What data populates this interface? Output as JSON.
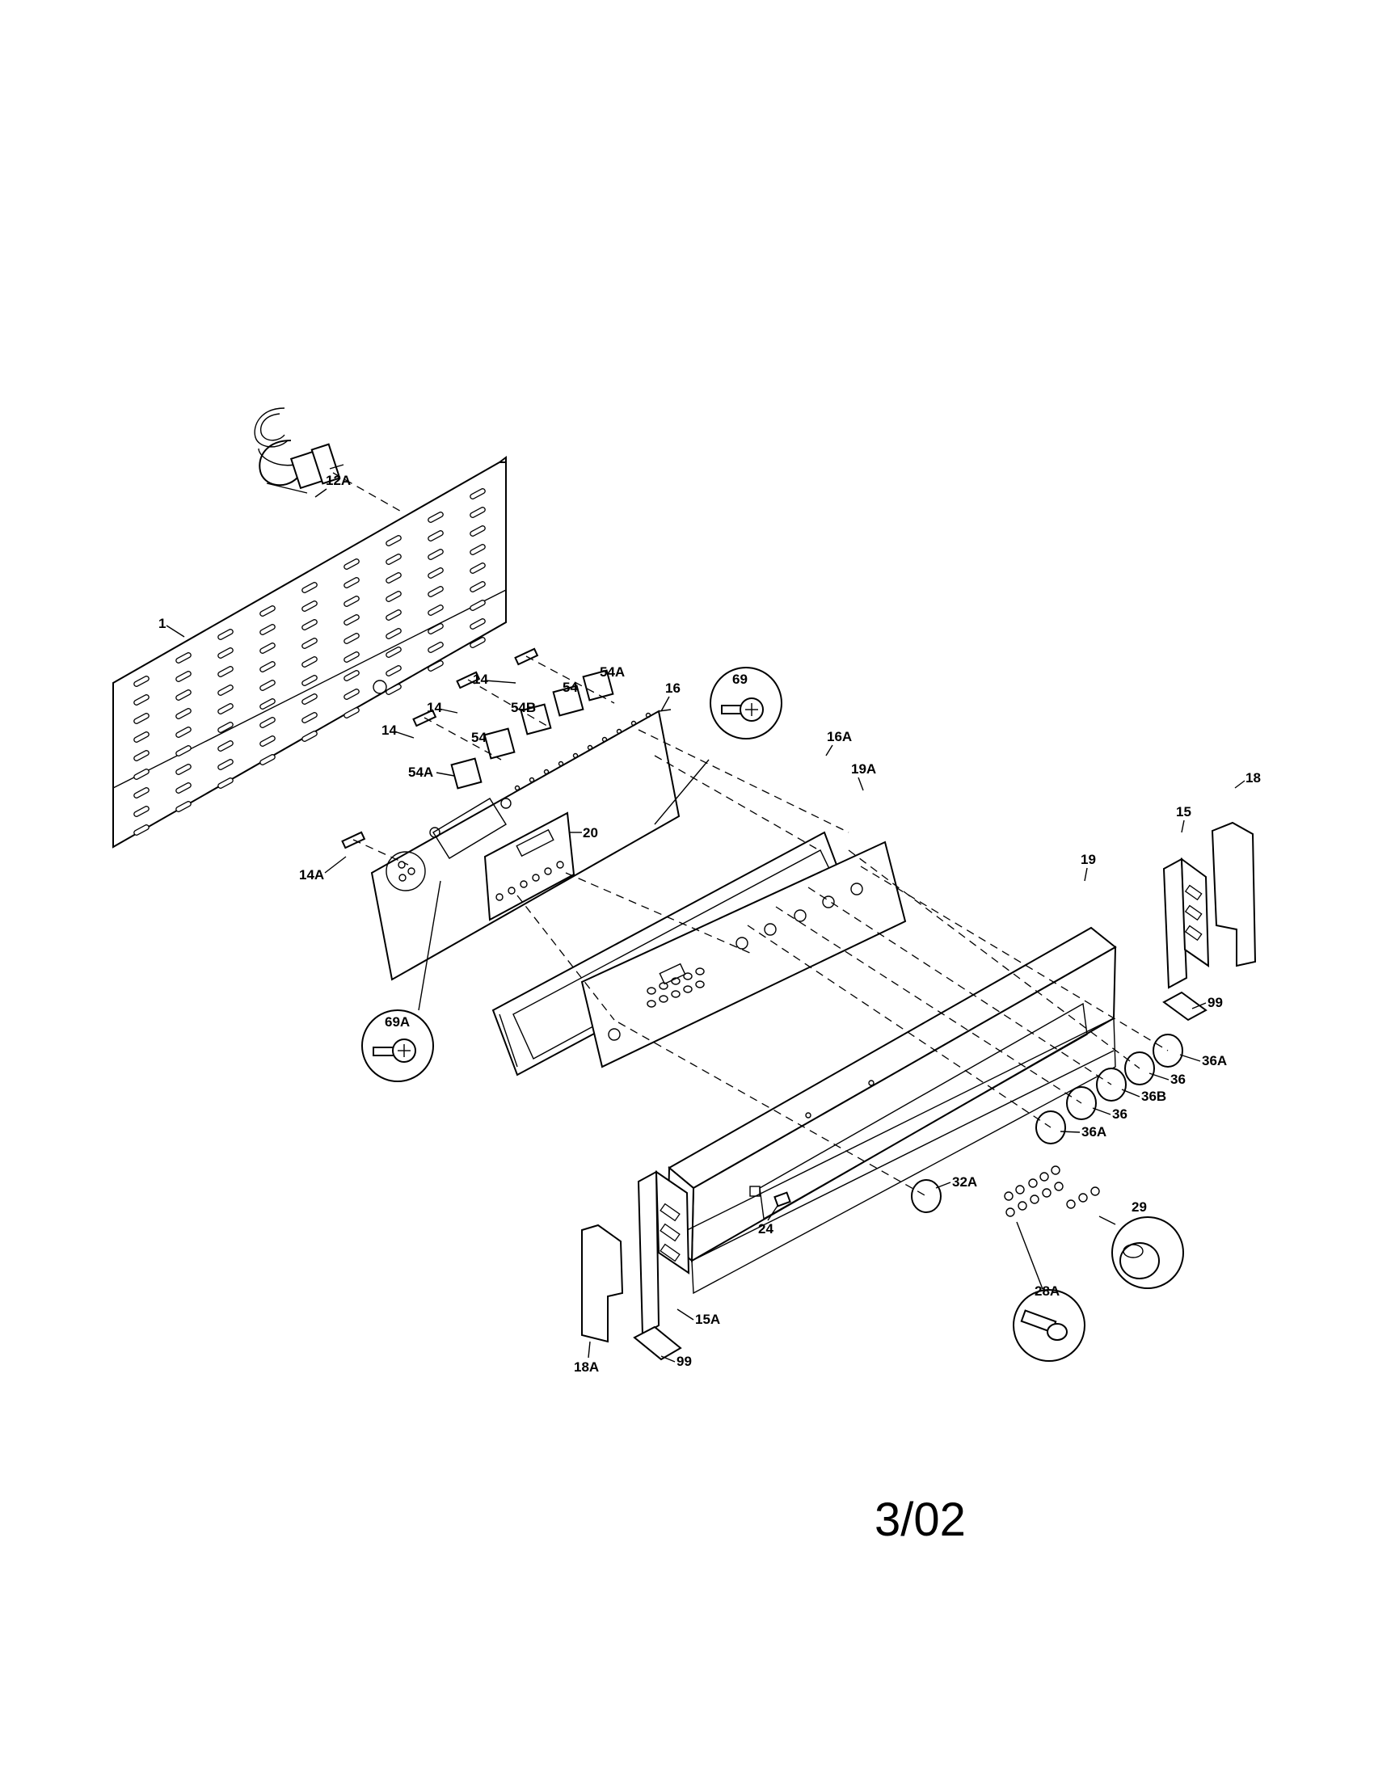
{
  "revision": "3/02",
  "labels": {
    "l1": "1",
    "l12A": "12A",
    "l14a": "14",
    "l14b": "14",
    "l14c": "14",
    "l14A": "14A",
    "l15": "15",
    "l15A": "15A",
    "l16": "16",
    "l16A": "16A",
    "l18": "18",
    "l18A": "18A",
    "l19": "19",
    "l19A": "19A",
    "l20": "20",
    "l24": "24",
    "l28A": "28A",
    "l29": "29",
    "l32A": "32A",
    "l36a": "36",
    "l36b": "36",
    "l36Aa": "36A",
    "l36Ab": "36A",
    "l36B": "36B",
    "l54a": "54",
    "l54b": "54",
    "l54Aa": "54A",
    "l54Ab": "54A",
    "l54B": "54B",
    "l69": "69",
    "l69A": "69A",
    "l99a": "99",
    "l99b": "99"
  }
}
